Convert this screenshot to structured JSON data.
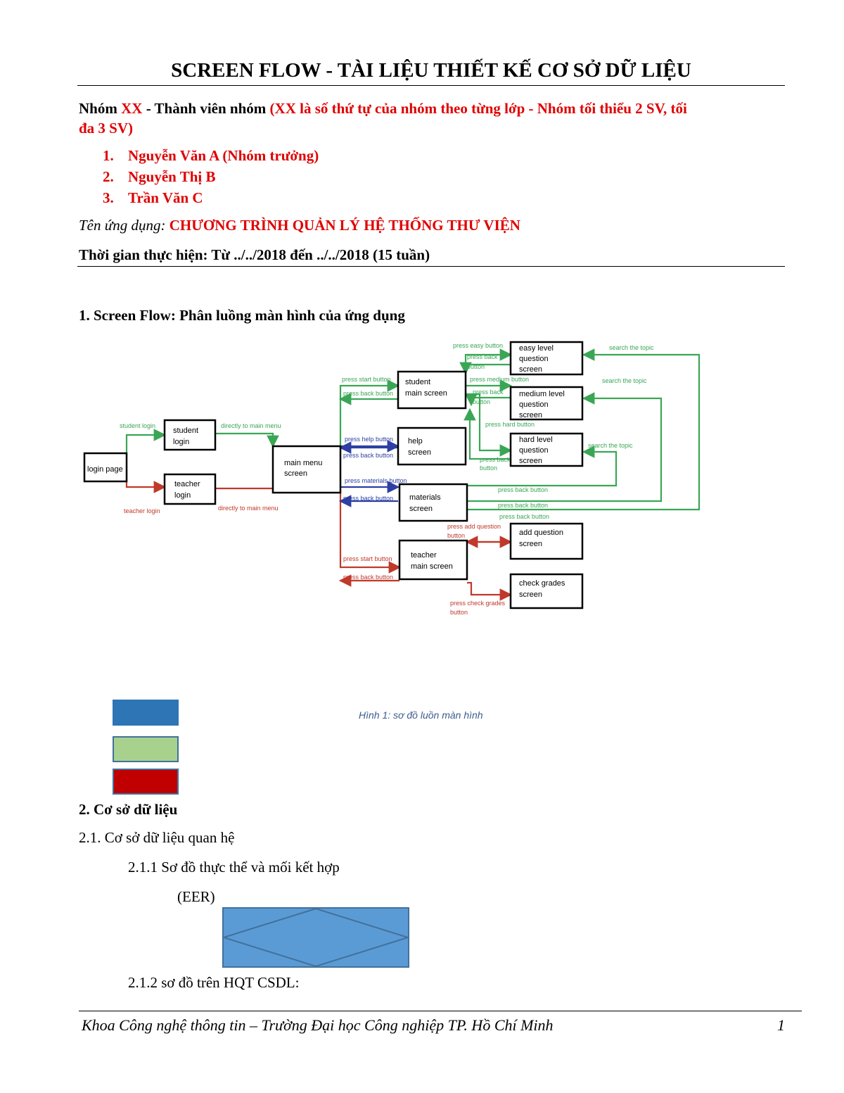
{
  "header": {
    "title": "SCREEN FLOW - TÀI LIỆU THIẾT KẾ CƠ SỞ DỮ LIỆU"
  },
  "group": {
    "prefix": "Nhóm ",
    "code": "XX",
    "middle": " - Thành viên nhóm ",
    "note_line1": "(XX là số thứ tự của nhóm theo từng lớp - Nhóm tối thiểu 2 SV, tối",
    "note_line2": "đa 3 SV)",
    "members": [
      {
        "num": "1.",
        "name": "Nguyễn Văn A (Nhóm trưởng)"
      },
      {
        "num": "2.",
        "name": "Nguyễn Thị B"
      },
      {
        "num": "3.",
        "name": "Trần Văn C"
      }
    ]
  },
  "app": {
    "label": "Tên ứng dụng:",
    "name": "CHƯƠNG TRÌNH QUẢN LÝ HỆ THỐNG THƯ VIỆN"
  },
  "timeline": {
    "text": "Thời gian thực hiện: Từ ../../2018 đến ../../2018 (15 tuần)"
  },
  "section1": {
    "heading": "1. Screen Flow: Phân luồng màn hình của ứng dụng"
  },
  "flow": {
    "colors": {
      "green": "#3aa655",
      "red": "#c0392b",
      "blue": "#2e3fa3",
      "box": "#000000"
    },
    "boxes": {
      "login": [
        "login page"
      ],
      "student_login": [
        "student",
        "login"
      ],
      "teacher_login": [
        "teacher",
        "login"
      ],
      "main_menu": [
        "main menu",
        "screen"
      ],
      "student_main": [
        "student",
        "main screen"
      ],
      "help": [
        "help",
        "screen"
      ],
      "materials": [
        "materials",
        "screen"
      ],
      "teacher_main": [
        "teacher",
        "main screen"
      ],
      "easy": [
        "easy level",
        "question",
        "screen"
      ],
      "medium": [
        "medium level",
        "question",
        "screen"
      ],
      "hard": [
        "hard level",
        "question",
        "screen"
      ],
      "add_question": [
        "add question",
        "screen"
      ],
      "check_grades": [
        "check grades",
        "screen"
      ]
    },
    "labels": {
      "student_login": "student login",
      "teacher_login": "teacher login",
      "directly_main_1": "directly to main menu",
      "directly_main_2": "directly to main menu",
      "press_start_1": "press start button",
      "press_back_1": "press back button",
      "press_help": "press help button",
      "press_back_2": "press back button",
      "press_materials": "press materials button",
      "press_back_3": "press back button",
      "press_start_2": "press start button",
      "press_back_4": "press back button",
      "press_easy": "press easy button",
      "press_back_easy_1": "press back",
      "press_back_easy_2": "button",
      "press_medium": "press medium button",
      "press_back_med_1": "press back",
      "press_back_med_2": "button",
      "press_hard": "press hard button",
      "press_back_hard_1": "press back",
      "press_back_hard_2": "button",
      "search_1": "search the topic",
      "search_2": "search the topic",
      "search_3": "search the topic",
      "press_back_m1": "press back button",
      "press_back_m2": "press back button",
      "press_back_m3": "press back button",
      "press_add_1": "press add question",
      "press_add_2": "button",
      "press_check_1": "press check grades",
      "press_check_2": "button"
    }
  },
  "figure": {
    "caption": "Hình  1: sơ đồ luồn màn hình",
    "legend_colors": [
      "#2e75b6",
      "#a9d18e",
      "#c00000"
    ]
  },
  "section2": {
    "heading": "2. Cơ sở dữ liệu",
    "sub1": "2.1. Cơ sở dữ liệu quan hệ",
    "sub11": "2.1.1 Sơ đồ thực thể và mối kết hợp",
    "sub11b": "(EER)",
    "sub12": "2.1.2 sơ đồ trên HQT CSDL:"
  },
  "footer": {
    "text": "Khoa Công nghệ thông tin – Trường Đại học Công nghiệp TP. Hồ Chí Minh",
    "page": "1"
  }
}
